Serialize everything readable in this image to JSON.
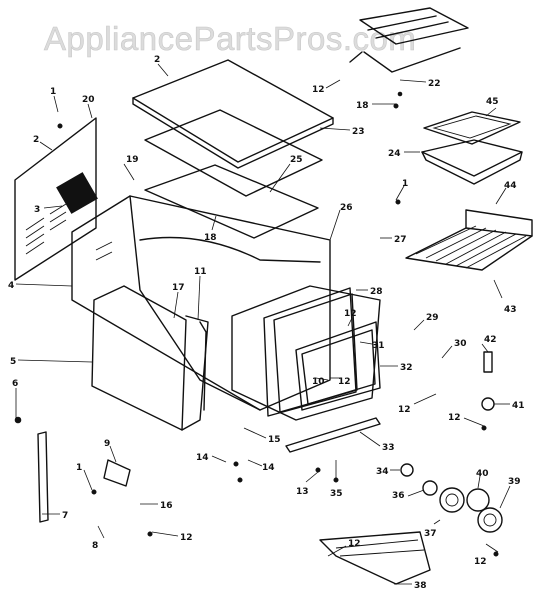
{
  "watermark": "AppliancePartsPros.com",
  "callouts": [
    {
      "id": "c-2-top",
      "text": "2"
    },
    {
      "id": "c-12-a",
      "text": "12"
    },
    {
      "id": "c-22",
      "text": "22"
    },
    {
      "id": "c-18-a",
      "text": "18"
    },
    {
      "id": "c-45",
      "text": "45"
    },
    {
      "id": "c-1-a",
      "text": "1"
    },
    {
      "id": "c-20",
      "text": "20"
    },
    {
      "id": "c-23",
      "text": "23"
    },
    {
      "id": "c-2-left",
      "text": "2"
    },
    {
      "id": "c-24",
      "text": "24"
    },
    {
      "id": "c-19",
      "text": "19"
    },
    {
      "id": "c-25",
      "text": "25"
    },
    {
      "id": "c-3",
      "text": "3"
    },
    {
      "id": "c-18-b",
      "text": "18"
    },
    {
      "id": "c-1-b",
      "text": "1"
    },
    {
      "id": "c-44",
      "text": "44"
    },
    {
      "id": "c-26",
      "text": "26"
    },
    {
      "id": "c-27",
      "text": "27"
    },
    {
      "id": "c-4",
      "text": "4"
    },
    {
      "id": "c-11",
      "text": "11"
    },
    {
      "id": "c-17",
      "text": "17"
    },
    {
      "id": "c-28",
      "text": "28"
    },
    {
      "id": "c-43",
      "text": "43"
    },
    {
      "id": "c-29",
      "text": "29"
    },
    {
      "id": "c-12-b",
      "text": "12"
    },
    {
      "id": "c-31",
      "text": "31"
    },
    {
      "id": "c-5",
      "text": "5"
    },
    {
      "id": "c-30",
      "text": "30"
    },
    {
      "id": "c-42",
      "text": "42"
    },
    {
      "id": "c-10",
      "text": "10"
    },
    {
      "id": "c-12-c",
      "text": "12"
    },
    {
      "id": "c-32",
      "text": "32"
    },
    {
      "id": "c-6",
      "text": "6"
    },
    {
      "id": "c-12-d",
      "text": "12"
    },
    {
      "id": "c-41",
      "text": "41"
    },
    {
      "id": "c-12-e",
      "text": "12"
    },
    {
      "id": "c-15",
      "text": "15"
    },
    {
      "id": "c-33",
      "text": "33"
    },
    {
      "id": "c-14-a",
      "text": "14"
    },
    {
      "id": "c-14-b",
      "text": "14"
    },
    {
      "id": "c-9",
      "text": "9"
    },
    {
      "id": "c-1-c",
      "text": "1"
    },
    {
      "id": "c-13",
      "text": "13"
    },
    {
      "id": "c-35",
      "text": "35"
    },
    {
      "id": "c-34",
      "text": "34"
    },
    {
      "id": "c-36",
      "text": "36"
    },
    {
      "id": "c-40",
      "text": "40"
    },
    {
      "id": "c-39",
      "text": "39"
    },
    {
      "id": "c-7",
      "text": "7"
    },
    {
      "id": "c-16",
      "text": "16"
    },
    {
      "id": "c-8",
      "text": "8"
    },
    {
      "id": "c-12-f",
      "text": "12"
    },
    {
      "id": "c-37",
      "text": "37"
    },
    {
      "id": "c-12-g",
      "text": "12"
    },
    {
      "id": "c-12-h",
      "text": "12"
    },
    {
      "id": "c-38",
      "text": "38"
    }
  ]
}
